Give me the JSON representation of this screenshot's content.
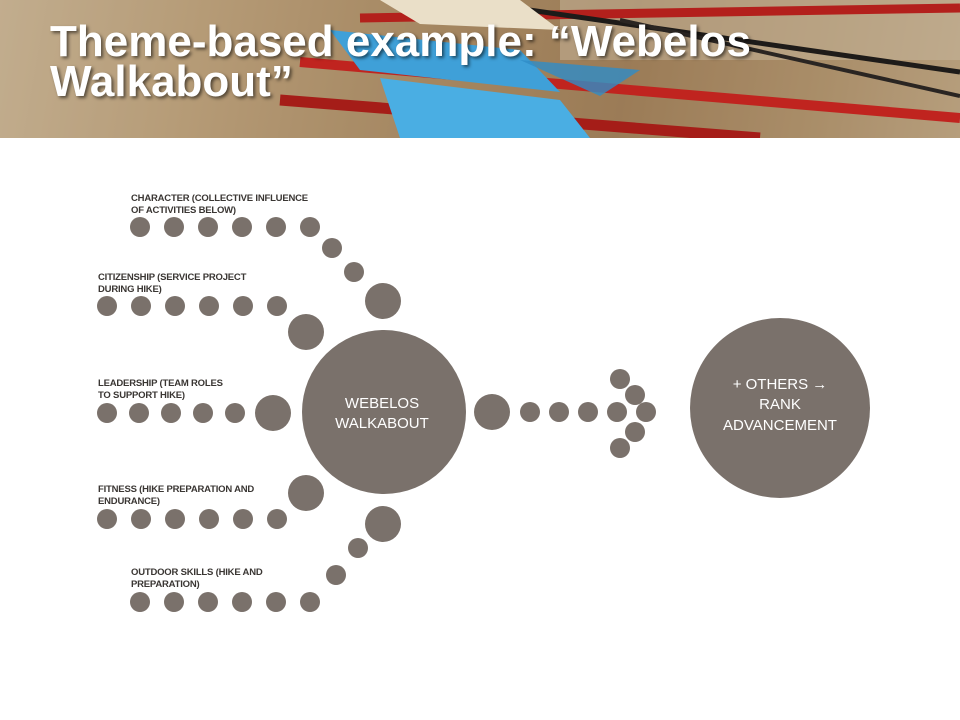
{
  "slide": {
    "title": "Theme-based example: “Webelos Walkabout”"
  },
  "diagram": {
    "colors": {
      "node": "#7a716b",
      "text_on_node": "#ffffff",
      "label": "#3a3633"
    },
    "categories": [
      {
        "line1": "CHARACTER (COLLECTIVE INFLUENCE",
        "line2": "OF ACTIVITIES BELOW)"
      },
      {
        "line1": "CITIZENSHIP (SERVICE PROJECT",
        "line2": "DURING HIKE)"
      },
      {
        "line1": "LEADERSHIP (TEAM ROLES",
        "line2": "TO SUPPORT HIKE)"
      },
      {
        "line1": "FITNESS (HIKE PREPARATION AND",
        "line2": "ENDURANCE)"
      },
      {
        "line1": "OUTDOOR SKILLS (HIKE AND",
        "line2": "PREPARATION)"
      }
    ],
    "center": {
      "line1": "WEBELOS",
      "line2": "WALKABOUT"
    },
    "target": {
      "line1": "+ OTHERS →",
      "line2": "RANK",
      "line3": "ADVANCEMENT"
    }
  }
}
